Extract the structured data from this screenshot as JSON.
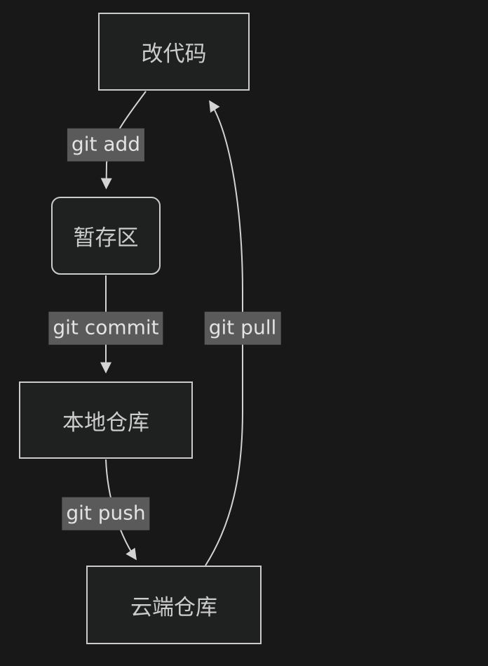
{
  "diagram": {
    "type": "flowchart",
    "direction": "top-down",
    "nodes": [
      {
        "id": "change-code",
        "label": "改代码",
        "shape": "rect"
      },
      {
        "id": "staging-area",
        "label": "暂存区",
        "shape": "rounded-rect"
      },
      {
        "id": "local-repo",
        "label": "本地仓库",
        "shape": "rect"
      },
      {
        "id": "remote-repo",
        "label": "云端仓库",
        "shape": "rect"
      }
    ],
    "edges": [
      {
        "from": "change-code",
        "to": "staging-area",
        "label": "git add"
      },
      {
        "from": "staging-area",
        "to": "local-repo",
        "label": "git commit"
      },
      {
        "from": "local-repo",
        "to": "remote-repo",
        "label": "git push"
      },
      {
        "from": "remote-repo",
        "to": "change-code",
        "label": "git pull"
      }
    ]
  },
  "colors": {
    "background": "#181818",
    "node_fill": "#1f2020",
    "node_border": "#cbcbcb",
    "node_text": "#cccccc",
    "edge_line": "#d3d3d3",
    "edge_label_bg": "#5a5a5a",
    "edge_label_text": "#e3e3e3"
  }
}
